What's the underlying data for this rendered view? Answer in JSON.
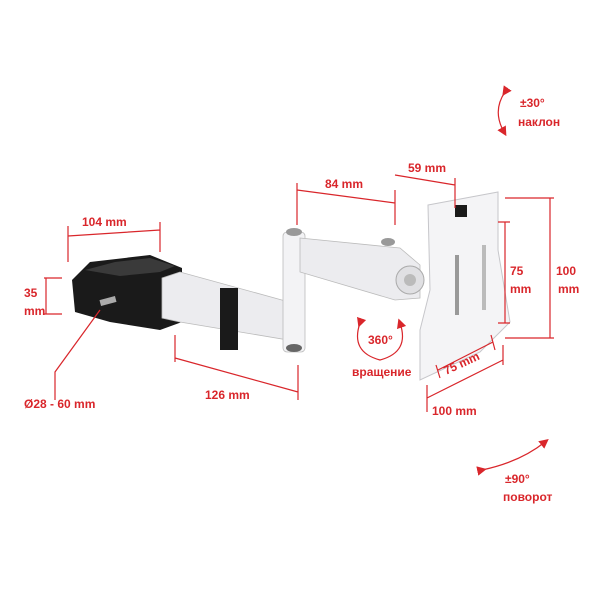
{
  "colors": {
    "accent": "#d9262b",
    "metal": "#e9e9ec",
    "clamp": "#1a1a1a"
  },
  "labels": {
    "tilt_angle": "±30°",
    "tilt_text": "наклон",
    "arm2_length": "84 mm",
    "head_offset": "59 mm",
    "clamp_width": "104 mm",
    "clamp_height_value": "35",
    "clamp_height_unit": "mm",
    "vesa_h_small_value": "75",
    "vesa_h_small_unit": "mm",
    "vesa_h_large_value": "100",
    "vesa_h_large_unit": "mm",
    "rotation_angle": "360°",
    "rotation_text": "вращение",
    "vesa_w_small": "75 mm",
    "vesa_w_large": "100 mm",
    "arm1_length": "126 mm",
    "clamp_diameter": "Ø28 - 60 mm",
    "swivel_angle": "±90°",
    "swivel_text": "поворот"
  }
}
